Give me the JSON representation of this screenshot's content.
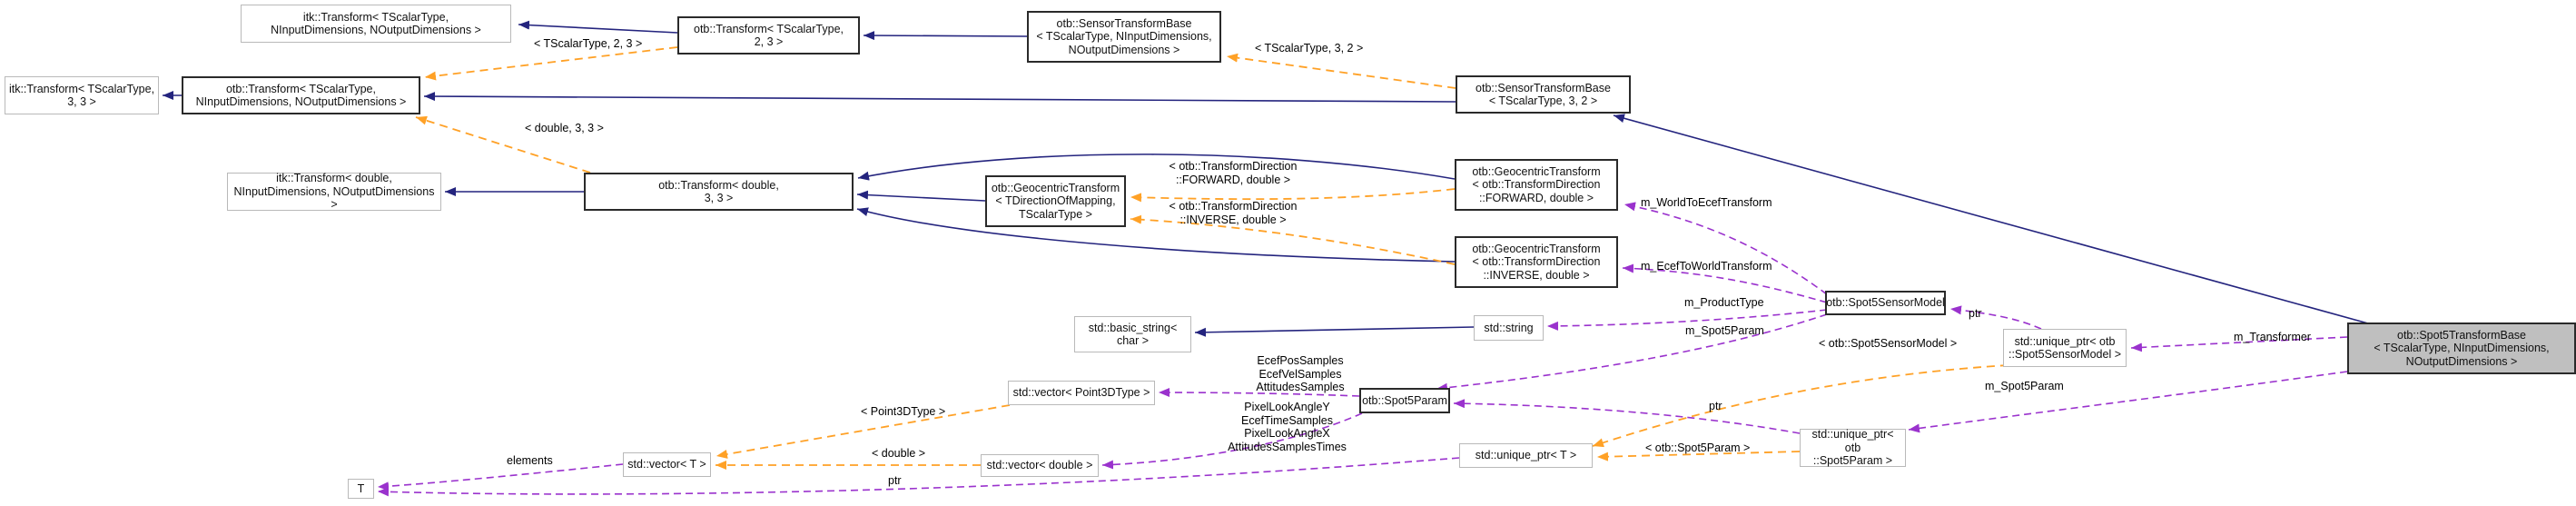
{
  "diagram": {
    "title": "otb::Spot5TransformBase collaboration diagram",
    "colors": {
      "inheritance_edge": "#24247e",
      "member_edge": "#9a32cd",
      "template_edge": "#ffa126",
      "focus_node_fill": "#bfbfbf",
      "node_fill": "#ffffff",
      "documented_border": "#2a2a2a",
      "external_border": "#b9b9b9"
    },
    "nodes": {
      "itk_transform_ts_nino": {
        "label": "itk::Transform< TScalarType,\nNInputDimensions, NOutputDimensions >"
      },
      "itk_transform_ts_33": {
        "label": "itk::Transform< TScalarType,\n3, 3 >"
      },
      "otb_transform_ts_nino": {
        "label": "otb::Transform< TScalarType,\nNInputDimensions, NOutputDimensions >"
      },
      "otb_transform_ts_23": {
        "label": "otb::Transform< TScalarType,\n2, 3 >"
      },
      "sensor_transform_base_nino": {
        "label": "otb::SensorTransformBase\n< TScalarType, NInputDimensions,\nNOutputDimensions >"
      },
      "sensor_transform_base_32": {
        "label": "otb::SensorTransformBase\n< TScalarType, 3, 2 >"
      },
      "itk_transform_d_nino": {
        "label": "itk::Transform< double,\nNInputDimensions, NOutputDimensions >"
      },
      "otb_transform_d_33": {
        "label": "otb::Transform< double,\n3, 3 >"
      },
      "geocentric_tdir": {
        "label": "otb::GeocentricTransform\n< TDirectionOfMapping,\nTScalarType >"
      },
      "geocentric_forward": {
        "label": "otb::GeocentricTransform\n< otb::TransformDirection\n::FORWARD, double >"
      },
      "geocentric_inverse": {
        "label": "otb::GeocentricTransform\n< otb::TransformDirection\n::INVERSE, double >"
      },
      "spot5_sensor_model": {
        "label": "otb::Spot5SensorModel"
      },
      "std_basic_string": {
        "label": "std::basic_string<\nchar >"
      },
      "std_string": {
        "label": "std::string"
      },
      "vector_point3d": {
        "label": "std::vector< Point3DType >"
      },
      "spot5_param": {
        "label": "otb::Spot5Param"
      },
      "vector_t": {
        "label": "std::vector< T >"
      },
      "vector_double": {
        "label": "std::vector< double >"
      },
      "unique_ptr_t": {
        "label": "std::unique_ptr< T >"
      },
      "unique_ptr_spot5_param": {
        "label": "std::unique_ptr< otb\n::Spot5Param >"
      },
      "unique_ptr_spot5_sensor_model": {
        "label": "std::unique_ptr< otb\n::Spot5SensorModel >"
      },
      "t_node": {
        "label": "T"
      },
      "spot5_transform_base": {
        "label": "otb::Spot5TransformBase\n< TScalarType, NInputDimensions,\nNOutputDimensions >"
      }
    },
    "edge_labels": {
      "tpl_ts23": "< TScalarType, 2, 3 >",
      "tpl_ts32": "< TScalarType, 3, 2 >",
      "tpl_d33": "< double, 3, 3 >",
      "tpl_forward": "< otb::TransformDirection\n::FORWARD, double >",
      "tpl_inverse": "< otb::TransformDirection\n::INVERSE, double >",
      "tpl_point3d": "< Point3DType >",
      "tpl_double": "< double >",
      "tpl_unique_s5sm": "< otb::Spot5SensorModel >",
      "tpl_unique_s5p": "< otb::Spot5Param >",
      "m_world_to_ecef": "m_WorldToEcefTransform",
      "m_ecef_to_world": "m_EcefToWorldTransform",
      "m_product_type": "m_ProductType",
      "m_spot5param_left": "m_Spot5Param",
      "m_spot5param_right": "m_Spot5Param",
      "m_transformer": "m_Transformer",
      "ptr_sensor_model": "ptr",
      "ptr_spot5param": "ptr",
      "ptr_vector": "ptr",
      "elements": "elements",
      "samples_point3d": "EcefPosSamples\nEcefVelSamples\nAttitudesSamples",
      "samples_double": "PixelLookAngleY\nEcefTimeSamples\nPixelLookAngleX\nAttitudesSamplesTimes"
    }
  }
}
